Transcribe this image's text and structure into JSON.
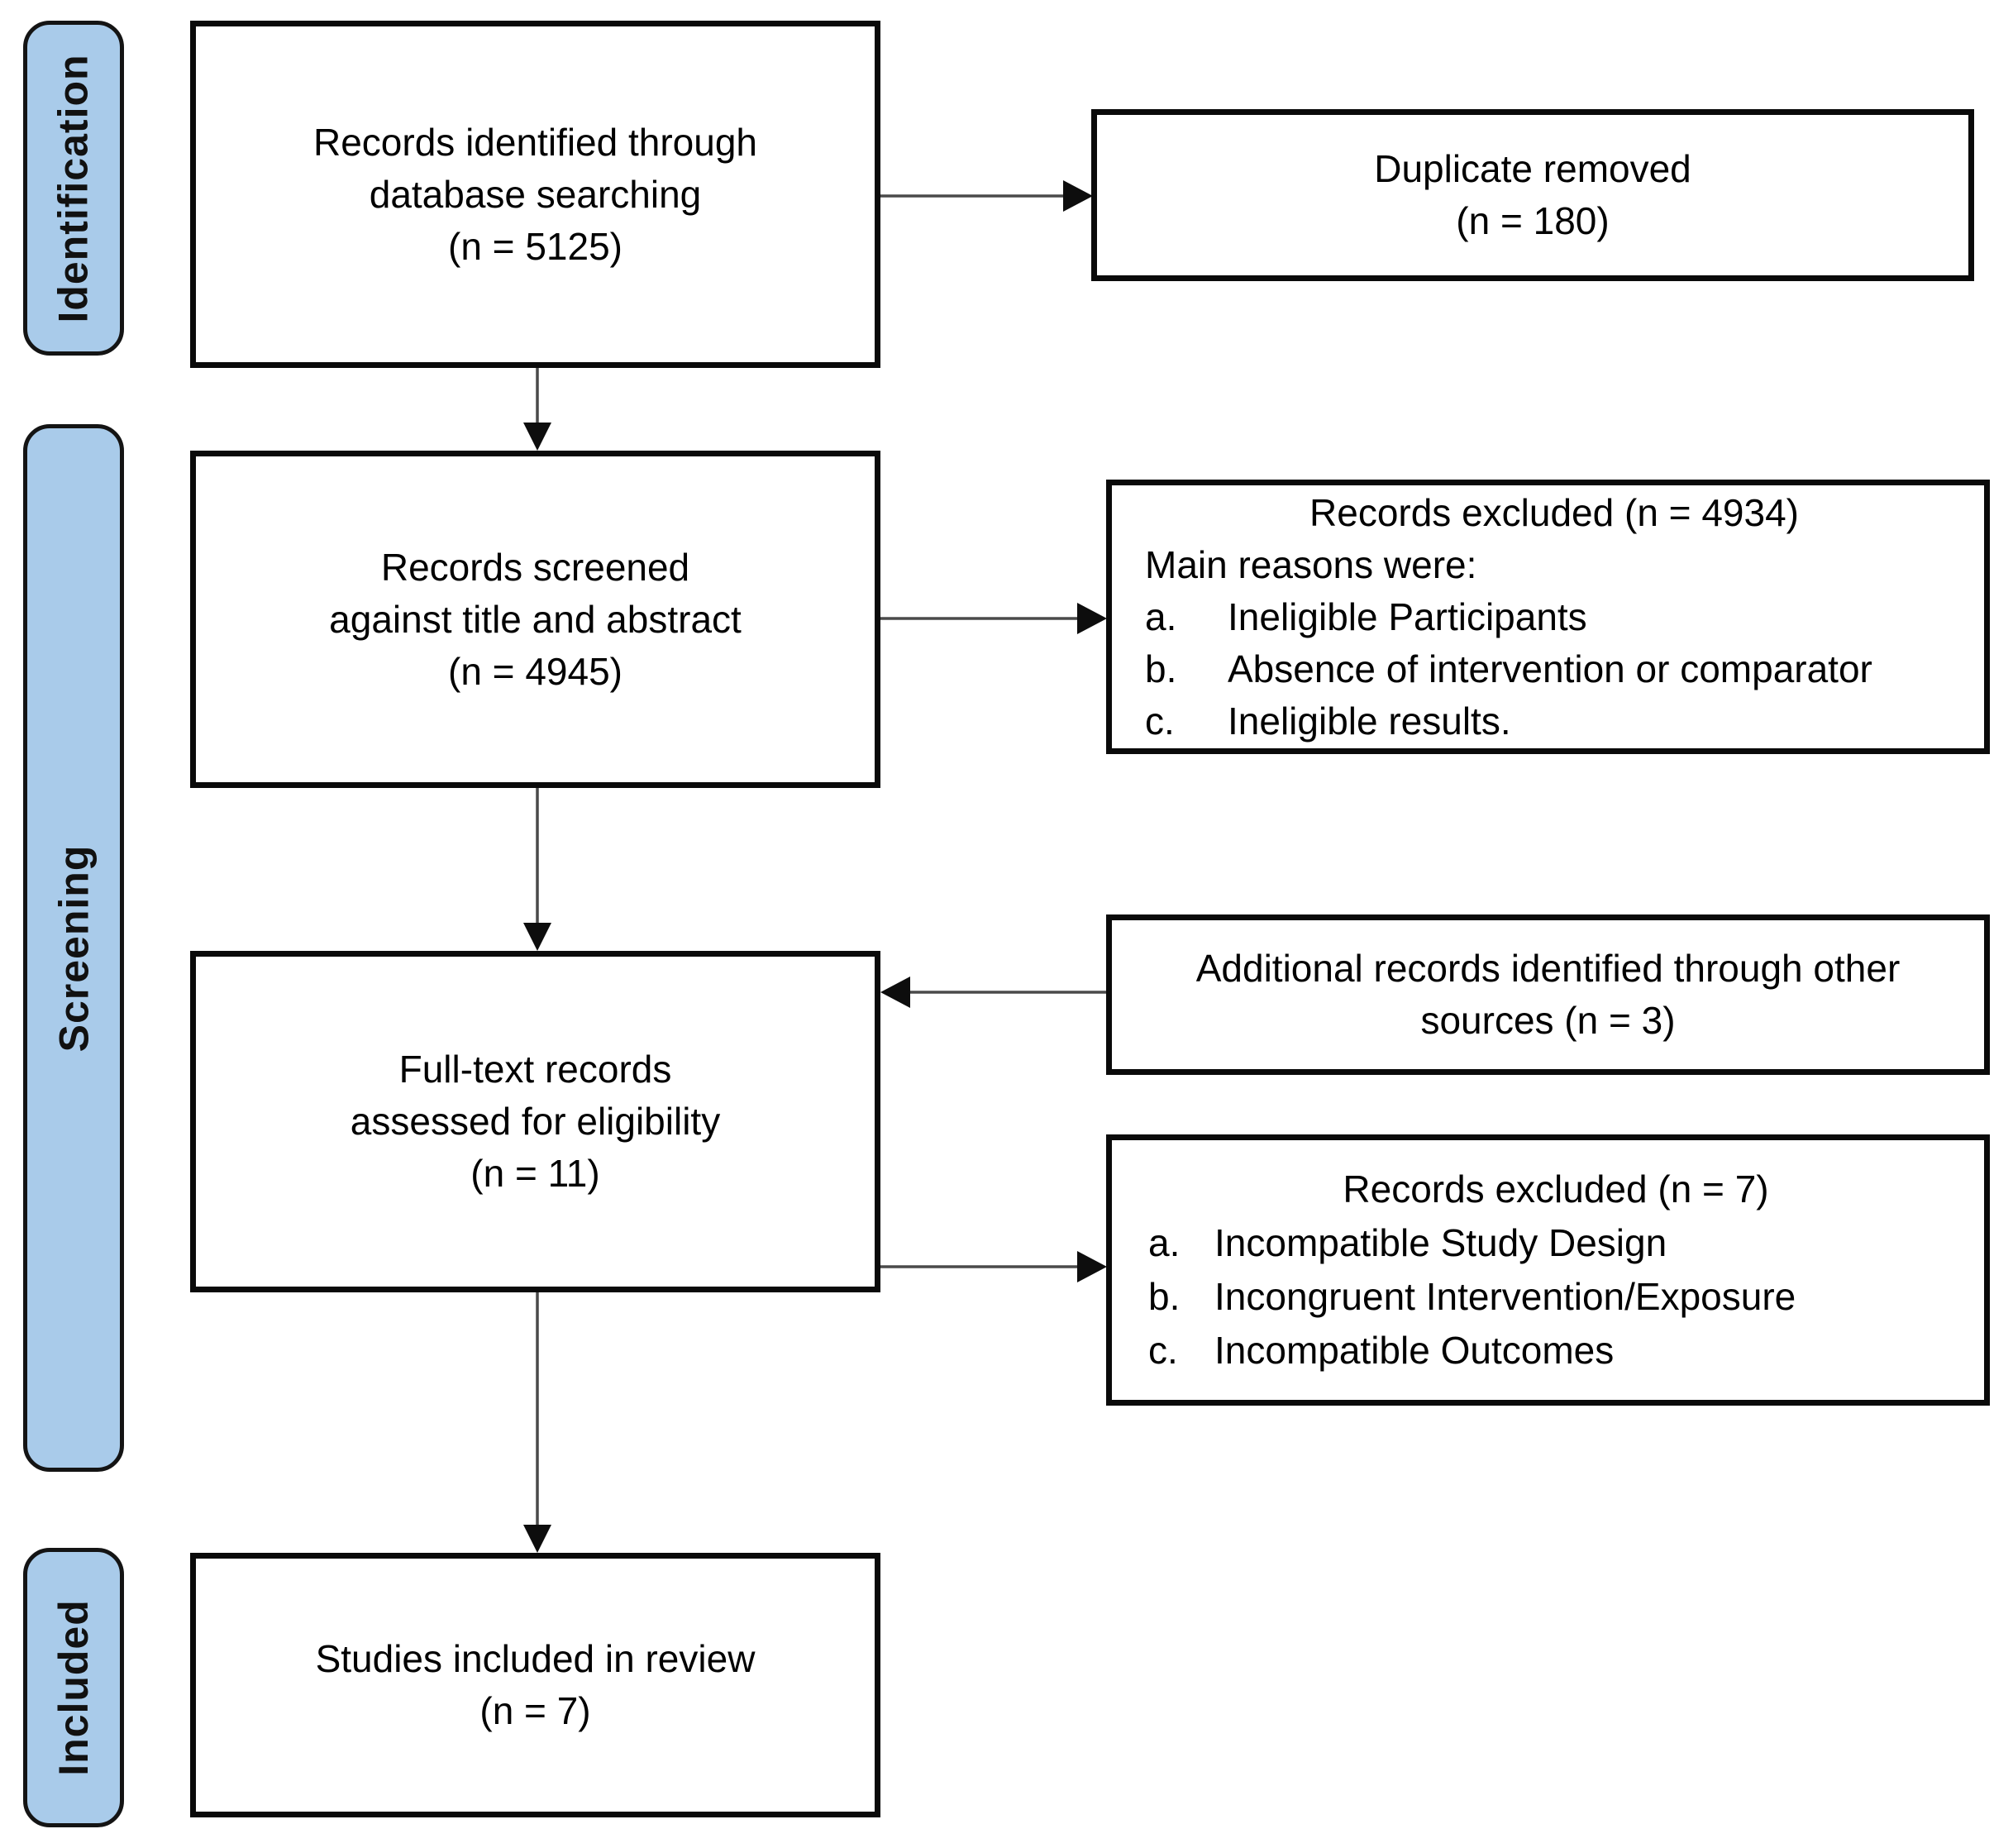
{
  "stages": {
    "identification": "Identification",
    "screening": "Screening",
    "included": "Included"
  },
  "boxes": {
    "records_identified": {
      "lines": [
        "Records identified through",
        "database searching",
        "(n = 5125)"
      ]
    },
    "duplicates_removed": {
      "lines": [
        "Duplicate removed",
        "(n = 180)"
      ]
    },
    "records_screened": {
      "lines": [
        "Records screened",
        "against title and abstract",
        "(n = 4945)"
      ]
    },
    "records_excluded_screening": {
      "title": "Records excluded (n = 4934)",
      "subtitle": "Main reasons were:",
      "items": [
        {
          "marker": "a.",
          "text": "Ineligible Participants"
        },
        {
          "marker": "b.",
          "text": "Absence of intervention or comparator"
        },
        {
          "marker": "c.",
          "text": "Ineligible results."
        }
      ]
    },
    "additional_records": {
      "lines": [
        "Additional records identified through other",
        "sources (n = 3)"
      ]
    },
    "fulltext_assessed": {
      "lines": [
        "Full-text records",
        "assessed for eligibility",
        "(n = 11)"
      ]
    },
    "records_excluded_fulltext": {
      "title": "Records excluded (n = 7)",
      "items": [
        {
          "marker": "a.",
          "text": "Incompatible Study Design"
        },
        {
          "marker": "b.",
          "text": "Incongruent Intervention/Exposure"
        },
        {
          "marker": "c.",
          "text": "Incompatible Outcomes"
        }
      ]
    },
    "studies_included": {
      "lines": [
        "Studies included in review",
        "(n = 7)"
      ]
    }
  },
  "colors": {
    "stage_fill": "#A9CBEA",
    "stage_border": "#141414",
    "box_border": "#0A0A0A",
    "connector_line": "#4A4A4A",
    "arrowhead": "#0D0D0D",
    "background": "#FFFFFF",
    "text": "#000000"
  }
}
